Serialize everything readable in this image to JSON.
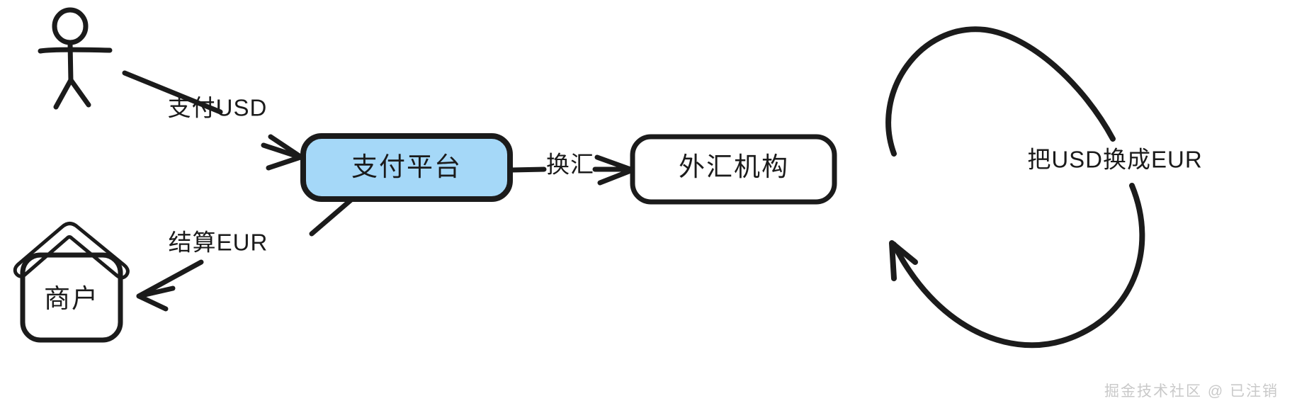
{
  "diagram": {
    "type": "flowchart",
    "title": "",
    "background_color": "#ffffff",
    "stroke_color": "#1b1b1b",
    "style": "hand-drawn sketch",
    "nodes": [
      {
        "id": "actor",
        "label": "",
        "shape": "stick-figure",
        "fill": "none"
      },
      {
        "id": "payment-platform",
        "label": "支付平台",
        "shape": "rounded-rectangle",
        "fill": "#a5d8f8"
      },
      {
        "id": "merchant",
        "label": "商户",
        "shape": "house",
        "fill": "none"
      },
      {
        "id": "fx-institution",
        "label": "外汇机构",
        "shape": "rounded-rectangle",
        "fill": "#ffffff"
      }
    ],
    "edges": [
      {
        "id": "edge-pay-usd",
        "from": "actor",
        "to": "payment-platform",
        "label": "支付USD",
        "arrow": "to"
      },
      {
        "id": "edge-settle-eur",
        "from": "payment-platform",
        "to": "merchant",
        "label": "结算EUR",
        "arrow": "to"
      },
      {
        "id": "edge-exchange",
        "from": "payment-platform",
        "to": "fx-institution",
        "label": "换汇",
        "arrow": "to"
      },
      {
        "id": "edge-self-loop",
        "from": "fx-institution",
        "to": "fx-institution",
        "label": "把USD换成EUR",
        "arrow": "to"
      }
    ]
  },
  "watermark": {
    "text": "掘金技术社区 @ 已注销",
    "color": "#c9c9c9"
  }
}
